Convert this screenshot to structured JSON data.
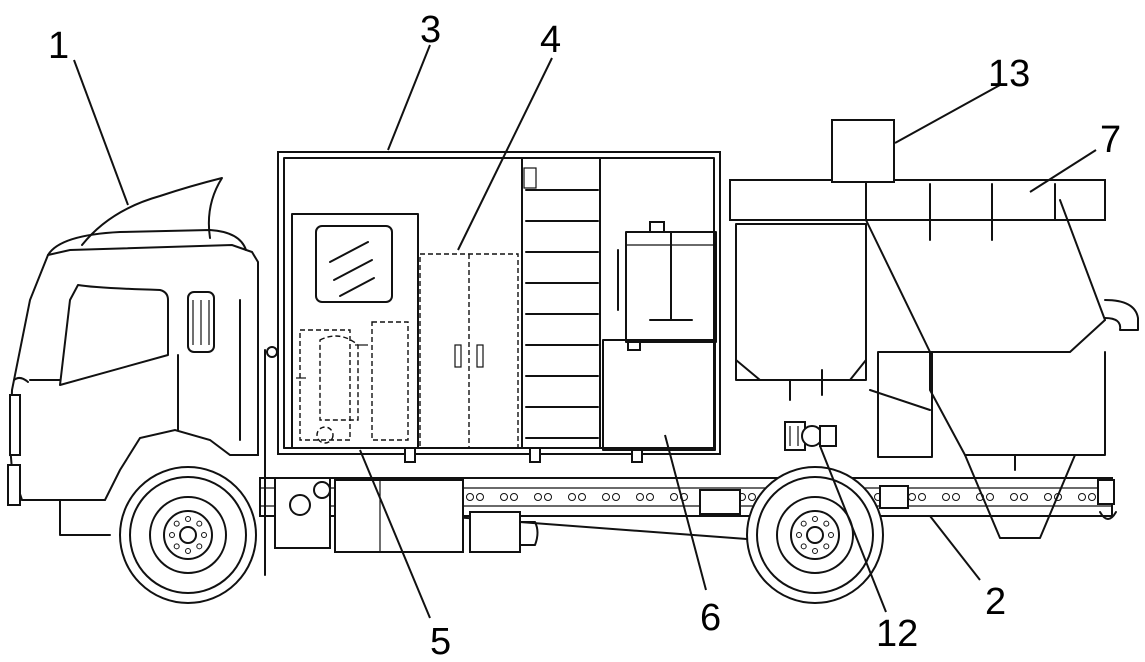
{
  "figure": {
    "type": "patent-style side elevation line drawing of a truck with mounted equipment",
    "callouts": [
      "1",
      "2",
      "3",
      "4",
      "5",
      "6",
      "7",
      "12",
      "13"
    ]
  },
  "colors": {
    "line": "#111111",
    "background": "#ffffff"
  }
}
